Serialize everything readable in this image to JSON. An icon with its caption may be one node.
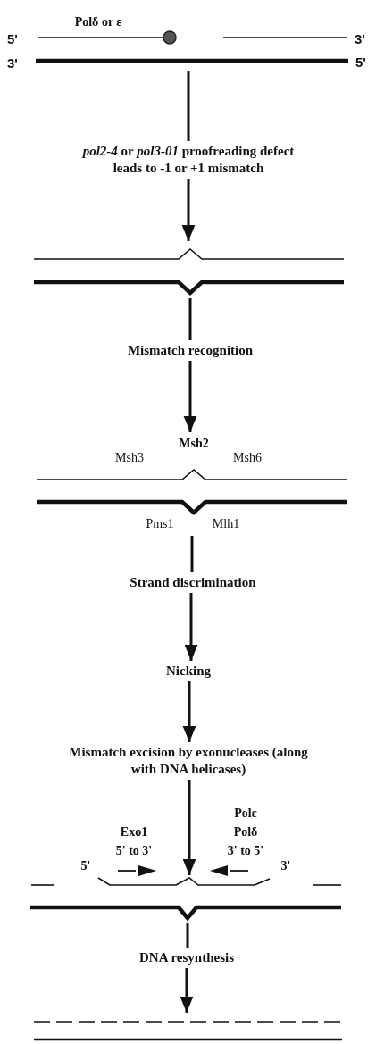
{
  "diagram": {
    "nodes": [
      {
        "text": [],
        "shape": "picture",
        "beside": [
          "Polδ or ε",
          "5'",
          "3'",
          "3'",
          "5'"
        ]
      },
      {
        "text": [
          "*pol2-4* or *pol3-01* proofreading defect leads to -1 or +1 mismatch"
        ]
      },
      {
        "text": [],
        "shape": "picture"
      },
      {
        "text": [
          "Mismatch recognition"
        ]
      },
      {
        "text": [],
        "shape": "picture",
        "beside": [
          "Msh2",
          "Msh3",
          "Msh6",
          "Pms1",
          "Mlh1"
        ]
      },
      {
        "text": [
          "Strand discrimination"
        ]
      },
      {
        "text": [
          "Nicking"
        ]
      },
      {
        "text": [
          "Mismatch excision by exonucleases (along with DNA helicases)"
        ]
      },
      {
        "text": [],
        "shape": "picture",
        "beside": [
          "Polε",
          "Exo1",
          "Polδ",
          "5' to 3'",
          "3' to 5'",
          "5'",
          "3'"
        ]
      },
      {
        "text": [
          "DNA resynthesis"
        ]
      },
      {
        "text": [],
        "shape": "picture"
      }
    ],
    "edges": [
      {
        "from": 0,
        "to": 1,
        "arrow": "none"
      },
      {
        "from": 1,
        "to": 2,
        "arrow": "to"
      },
      {
        "from": 2,
        "to": 3,
        "arrow": "none"
      },
      {
        "from": 3,
        "to": 4,
        "arrow": "to"
      },
      {
        "from": 4,
        "to": 5,
        "arrow": "none"
      },
      {
        "from": 5,
        "to": 6,
        "arrow": "to"
      },
      {
        "from": 6,
        "to": 7,
        "arrow": "to"
      },
      {
        "from": 7,
        "to": 8,
        "arrow": "to"
      },
      {
        "from": 8,
        "to": 9,
        "arrow": "none"
      },
      {
        "from": 9,
        "to": 10,
        "arrow": "to"
      }
    ]
  }
}
